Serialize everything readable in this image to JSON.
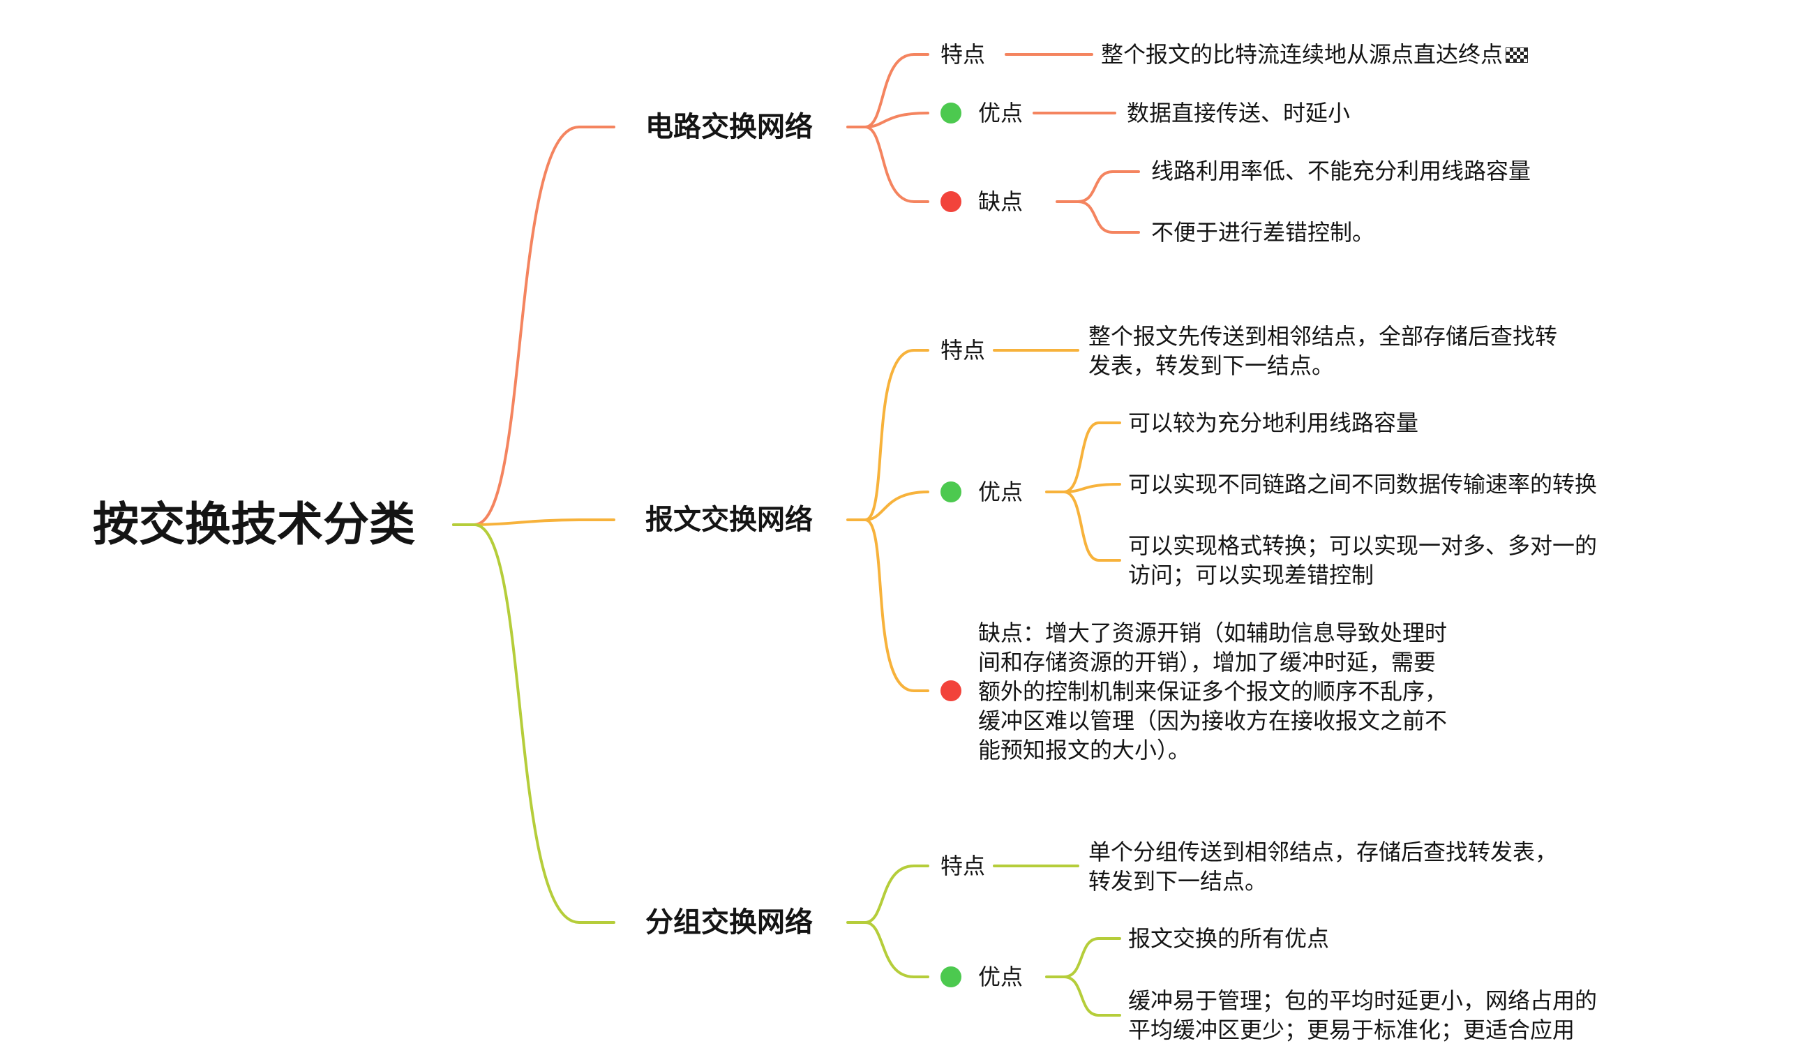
{
  "root": {
    "label": "按交换技术分类"
  },
  "colors": {
    "circuit": "#f4845f",
    "message": "#f7b23b",
    "packet": "#b5cd3a",
    "dot_pro": "#4cc94f",
    "dot_con": "#f2433b"
  },
  "circuit": {
    "label": "电路交换网络",
    "feature_label": "特点",
    "feature_text": "整个报文的比特流连续地从源点直达终点",
    "feature_icon": "checkered-flag",
    "pro_label": "优点",
    "pro_text": "数据直接传送、时延小",
    "con_label": "缺点",
    "con_items": [
      "线路利用率低、不能充分利用线路容量",
      "不便于进行差错控制。"
    ]
  },
  "message": {
    "label": "报文交换网络",
    "feature_label": "特点",
    "feature_lines": [
      "整个报文先传送到相邻结点，全部存储后查找转",
      "发表，转发到下一结点。"
    ],
    "pro_label": "优点",
    "pro_items": [
      [
        "可以较为充分地利用线路容量"
      ],
      [
        "可以实现不同链路之间不同数据传输速率的转换"
      ],
      [
        "可以实现格式转换；可以实现一对多、多对一的",
        "访问；可以实现差错控制"
      ]
    ],
    "con_lines": [
      "缺点：增大了资源开销（如辅助信息导致处理时",
      "间和存储资源的开销），增加了缓冲时延，需要",
      "额外的控制机制来保证多个报文的顺序不乱序，",
      "缓冲区难以管理（因为接收方在接收报文之前不",
      "能预知报文的大小）。"
    ]
  },
  "packet": {
    "label": "分组交换网络",
    "feature_label": "特点",
    "feature_lines": [
      "单个分组传送到相邻结点，存储后查找转发表，",
      "转发到下一结点。"
    ],
    "pro_label": "优点",
    "pro_items": [
      [
        "报文交换的所有优点"
      ],
      [
        "缓冲易于管理；包的平均时延更小，网络占用的",
        "平均缓冲区更少；更易于标准化；更适合应用"
      ]
    ]
  }
}
